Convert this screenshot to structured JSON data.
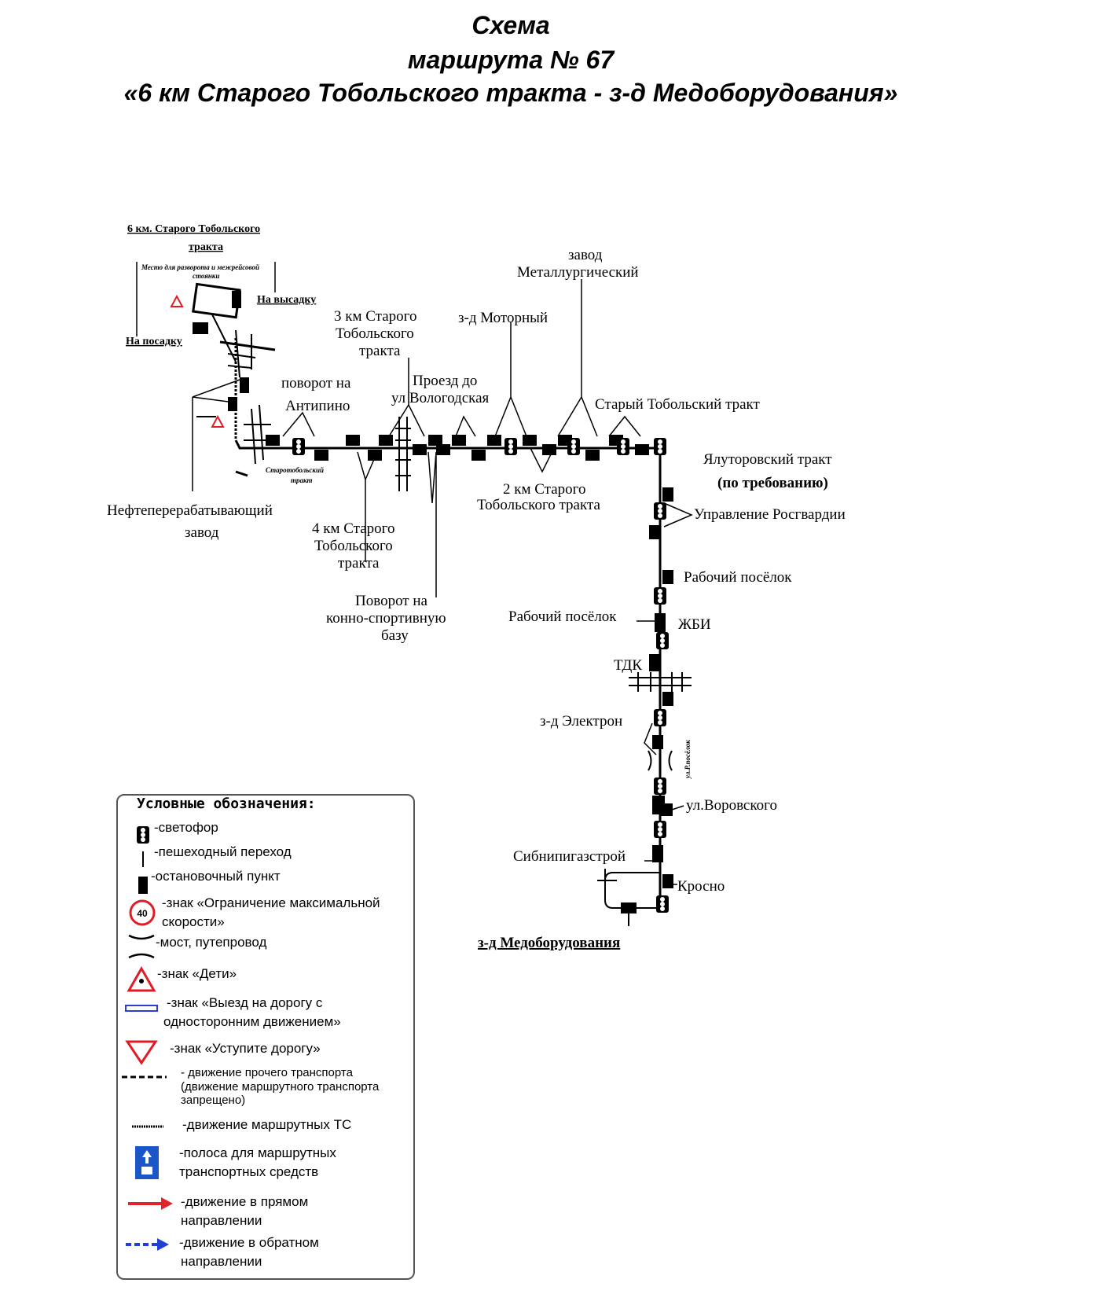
{
  "title": {
    "line1": "Схема",
    "line2": "маршрута № 67",
    "line3": "«6 км Старого Тобольского тракта  - з-д Медоборудования»"
  },
  "map": {
    "terminal_start_line1": "6 км. Старого Тобольского",
    "terminal_start_line2": "тракта",
    "turn_place_note_line1": "Место для разворота и межрейсовой",
    "turn_place_note_line2": "стоянки",
    "drop_off": "На высадку",
    "boarding": "На посадку",
    "stop_3km_line1": "3 км Старого",
    "stop_3km_line2": "Тобольского",
    "stop_3km_line3": "тракта",
    "stop_motor": "з-д Моторный",
    "stop_metal_line1": "завод",
    "stop_metal_line2": "Металлургический",
    "turn_antipino_line1": "поворот на",
    "turn_antipino_line2": "Антипино",
    "proezd_line1": "Проезд до",
    "proezd_line2": "ул  Вологодская",
    "old_tobolsk": "Старый Тобольский тракт",
    "street_small_line1": "Старотобольский",
    "street_small_line2": "тракт",
    "yalutorovsk": "Ялуторовский тракт",
    "on_demand": "(по требованию)",
    "stop_2km_line1": "2 км Старого",
    "stop_2km_line2": "Тобольского тракта",
    "refinery_line1": "Нефтеперерабатывающий",
    "refinery_line2": "завод",
    "stop_4km_line1": "4 км Старого",
    "stop_4km_line2": "Тобольского",
    "stop_4km_line3": "тракта",
    "turn_horse_line1": "Поворот на",
    "turn_horse_line2": "конно-спортивную",
    "turn_horse_line3": "базу",
    "rosgvardia": "Управление Росгвардии",
    "workers_village_right": "Рабочий посёлок",
    "workers_village_left": "Рабочий посёлок",
    "zhbi": "ЖБИ",
    "tdk": "ТДК",
    "electron": "з-д Электрон",
    "street_vert": "ул.Р.посёлок",
    "vorovskogo": "ул.Воровского",
    "sibnipi": "Сибнипигазстрой",
    "krosno": "Кросно",
    "terminal_end": "з-д Медоборудования"
  },
  "legend": {
    "title": "Условные обозначения:",
    "traffic_light": "-светофор",
    "crosswalk": "-пешеходный переход",
    "stop": "-остановочный пункт",
    "speed_sign_value": "40",
    "speed_limit_line1": "-знак «Ограничение максимальной",
    "speed_limit_line2": "скорости»",
    "bridge": "-мост, путепровод",
    "children": "-знак «Дети»",
    "one_way_line1": "-знак «Выезд на дорогу с",
    "one_way_line2": "односторонним движением»",
    "yield": "-знак «Уступите дорогу»",
    "other_traffic_line1": "- движение прочего транспорта",
    "other_traffic_line2": "(движение маршрутного транспорта",
    "other_traffic_line3": "запрещено)",
    "route_vehicles": "-движение маршрутных ТС",
    "bus_lane_line1": "-полоса для маршрутных",
    "bus_lane_line2": "транспортных средств",
    "forward_line1": "-движение в прямом",
    "forward_line2": "направлении",
    "reverse_line1": "-движение в обратном",
    "reverse_line2": "направлении"
  },
  "colors": {
    "forward": "#e3232b",
    "reverse": "#1f3fd6",
    "bus_lane": "#1a56c8",
    "one_way_sign": "#2a3fd0",
    "warning": "#e01c24"
  }
}
